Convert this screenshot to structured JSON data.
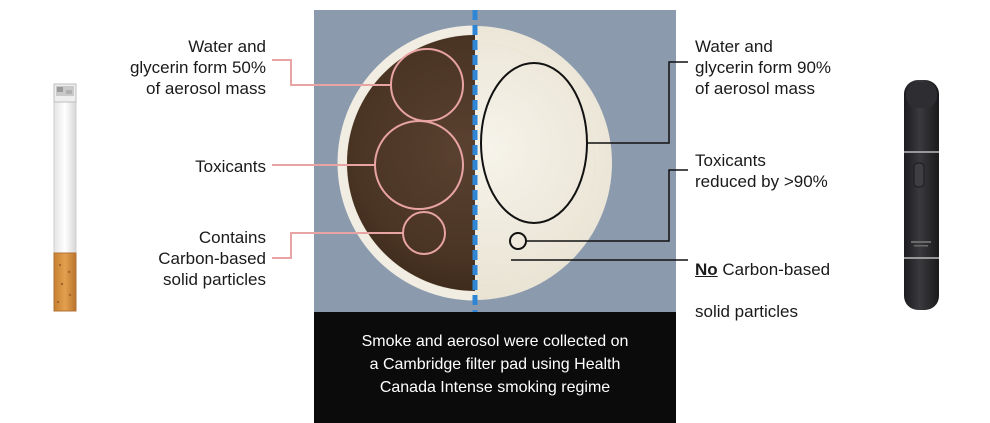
{
  "left_labels": {
    "water_glycerin": "Water and\nglycerin form 50%\nof aerosol mass",
    "toxicants": "Toxicants",
    "carbon": "Contains\nCarbon-based\nsolid particles"
  },
  "right_labels": {
    "water_glycerin": "Water and\nglycerin form 90%\nof aerosol mass",
    "toxicants": "Toxicants\nreduced by >90%",
    "carbon_no": "No",
    "carbon_rest_line1": " Carbon-based",
    "carbon_rest_line2": "solid particles"
  },
  "caption": "Smoke and aerosol were collected on\na Cambridge filter pad using Health\nCanada Intense smoking regime",
  "colors": {
    "leader_pink": "#e8a3a3",
    "leader_black": "#111111",
    "photo_background": "#8c9aae",
    "pad_white": "#f2efe4",
    "stain_brown": "#4a3424",
    "divider_blue": "#2f86d6",
    "device_body": "#2b2b2e",
    "cigarette_filter": "#d9913c"
  },
  "icons": {
    "left_object": "cigarette-icon",
    "right_object": "heated-tobacco-device-icon"
  }
}
